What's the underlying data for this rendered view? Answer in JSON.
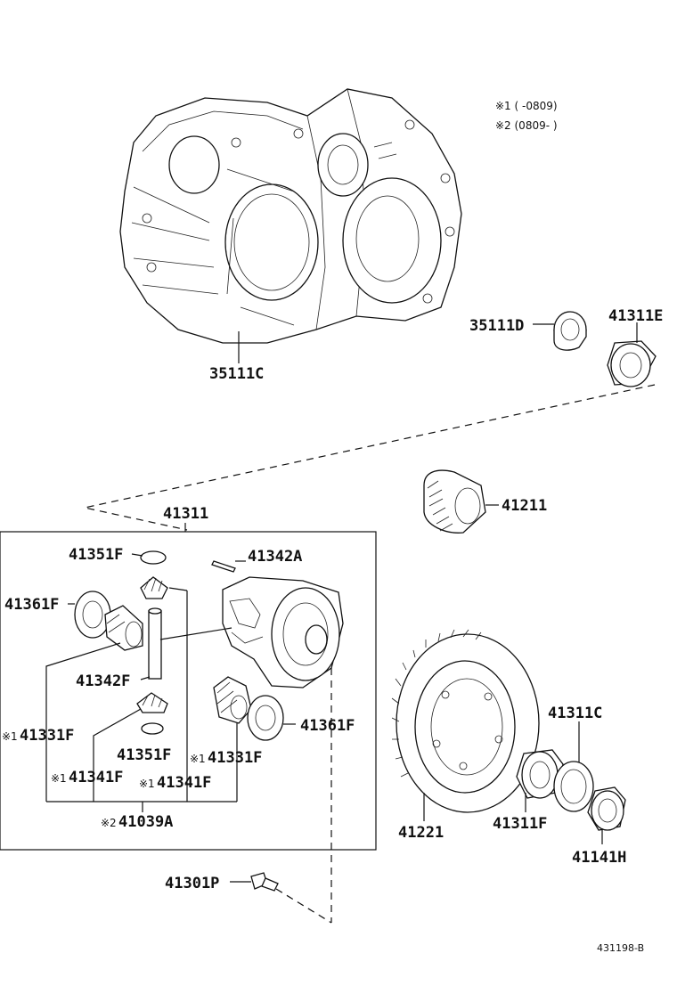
{
  "notes": {
    "note1": "※1 (      -0809)",
    "note2": "※2 (0809-      )"
  },
  "labels": {
    "p35111C": "35111C",
    "p35111D": "35111D",
    "p41311E": "41311E",
    "p41211": "41211",
    "p41311": "41311",
    "p41351F_top": "41351F",
    "p41342A": "41342A",
    "p41361F_left": "41361F",
    "p41342F": "41342F",
    "p41361F_right": "41361F",
    "p41331F_left": "41331F",
    "p41351F_bottom": "41351F",
    "p41331F_right": "41331F",
    "p41341F_left": "41341F",
    "p41341F_right": "41341F",
    "p41039A": "41039A",
    "p41301P": "41301P",
    "p41311C": "41311C",
    "p41221": "41221",
    "p41311F": "41311F",
    "p41141H": "41141H"
  },
  "marks": {
    "m41331F_left": "※1",
    "m41331F_right": "※1",
    "m41341F_left": "※1",
    "m41341F_right": "※1",
    "m41039A": "※2"
  },
  "footer": {
    "code": "431198-B"
  },
  "icons": [
    "transaxle-housing-icon",
    "oil-seal-icon",
    "tapered-bearing-icon",
    "pinion-gear-icon",
    "differential-case-icon",
    "ring-gear-icon",
    "bolt-icon",
    "washer-icon",
    "pinion-shaft-icon",
    "pin-icon"
  ]
}
